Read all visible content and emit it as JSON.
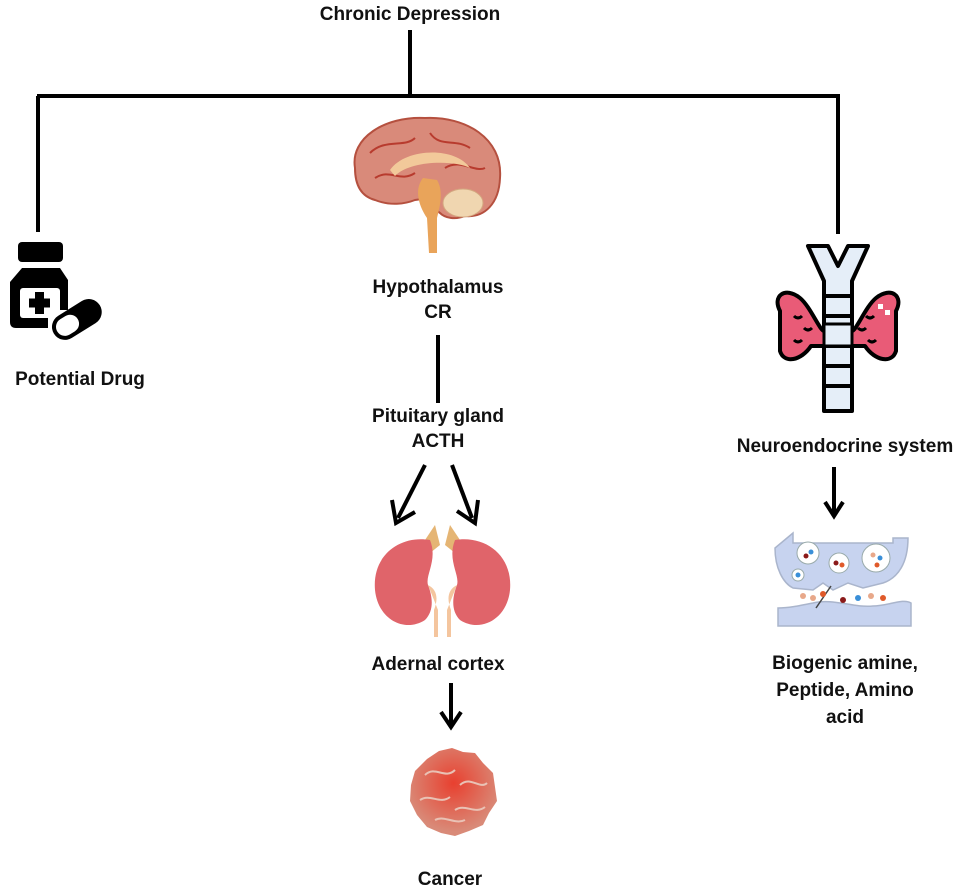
{
  "diagram": {
    "root": {
      "label": "Chronic Depression"
    },
    "left_branch": {
      "label": "Potential Drug",
      "icon": "medicine-bottle-pill-icon"
    },
    "center_branch": {
      "hypothalamus": {
        "line1": "Hypothalamus",
        "line2": "CR",
        "icon": "brain-icon"
      },
      "pituitary": {
        "line1": "Pituitary gland",
        "line2": "ACTH"
      },
      "adrenal": {
        "label": "Adernal cortex",
        "icon": "kidneys-adrenal-icon"
      },
      "cancer": {
        "label": "Cancer",
        "icon": "cancer-cell-icon"
      }
    },
    "right_branch": {
      "neuroendocrine": {
        "label": "Neuroendocrine system",
        "icon": "thyroid-gland-icon"
      },
      "transmitters": {
        "line1": "Biogenic amine,",
        "line2": "Peptide, Amino",
        "line3": "acid",
        "icon": "synapse-icon"
      }
    }
  }
}
